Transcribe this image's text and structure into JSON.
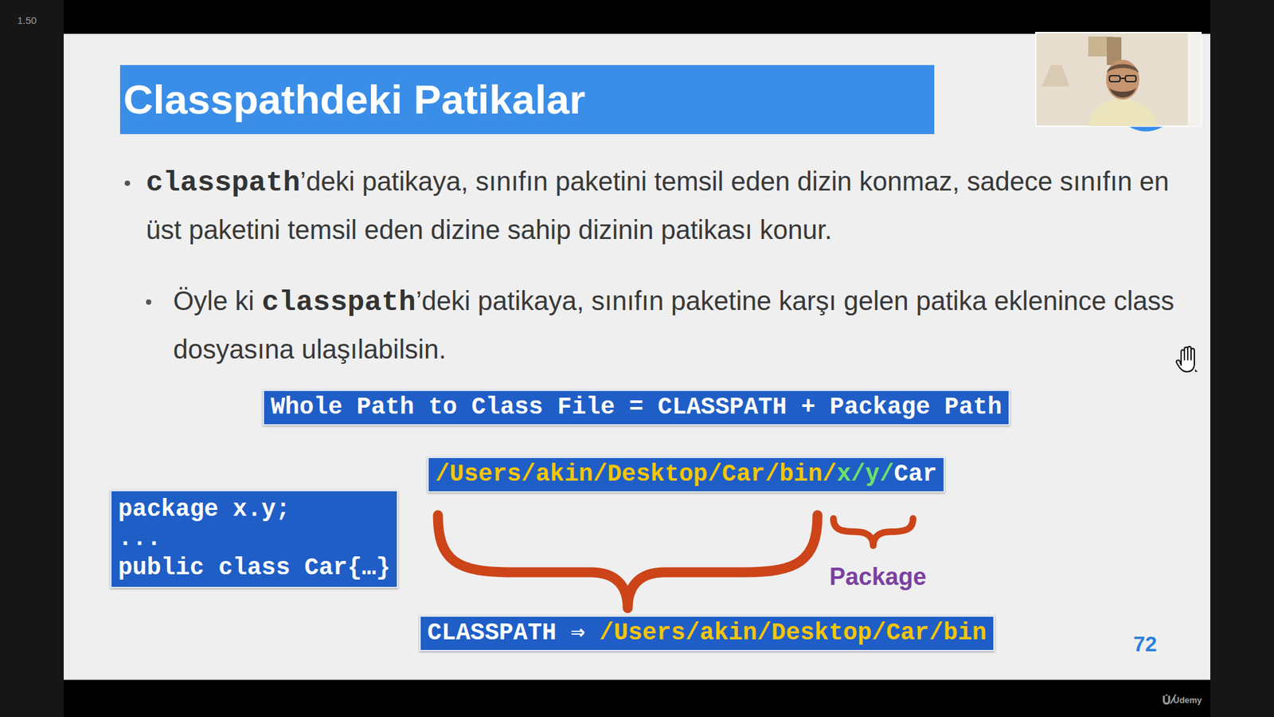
{
  "diagram": {
    "title": "Classpathdeki Patikalar",
    "nodes": [
      {
        "text": [
          "Whole Path to Class File = CLASSPATH + Package Path"
        ]
      },
      {
        "text": [
          "/Users/akin/Desktop/Car/bin/",
          "x/y/",
          "Car"
        ]
      },
      {
        "text": [
          "package x.y;",
          "...",
          "public class Car{…}"
        ]
      },
      {
        "text": [
          "CLASSPATH ⇒",
          "/Users/akin/Desktop/Car/bin"
        ]
      }
    ],
    "labels": [
      "1.50",
      "classpath",
      "’deki patikaya, sınıfın paketini temsil eden dizin konmaz, sadece sınıfın en üst paketini temsil eden dizine sahip dizinin patikası konur.",
      "Öyle ki",
      "classpath",
      "’deki patikaya, sınıfın paketine karşı gelen patika eklenince class dosyasına ulaşılabilsin.",
      "Package",
      "72",
      "Udemy"
    ]
  }
}
